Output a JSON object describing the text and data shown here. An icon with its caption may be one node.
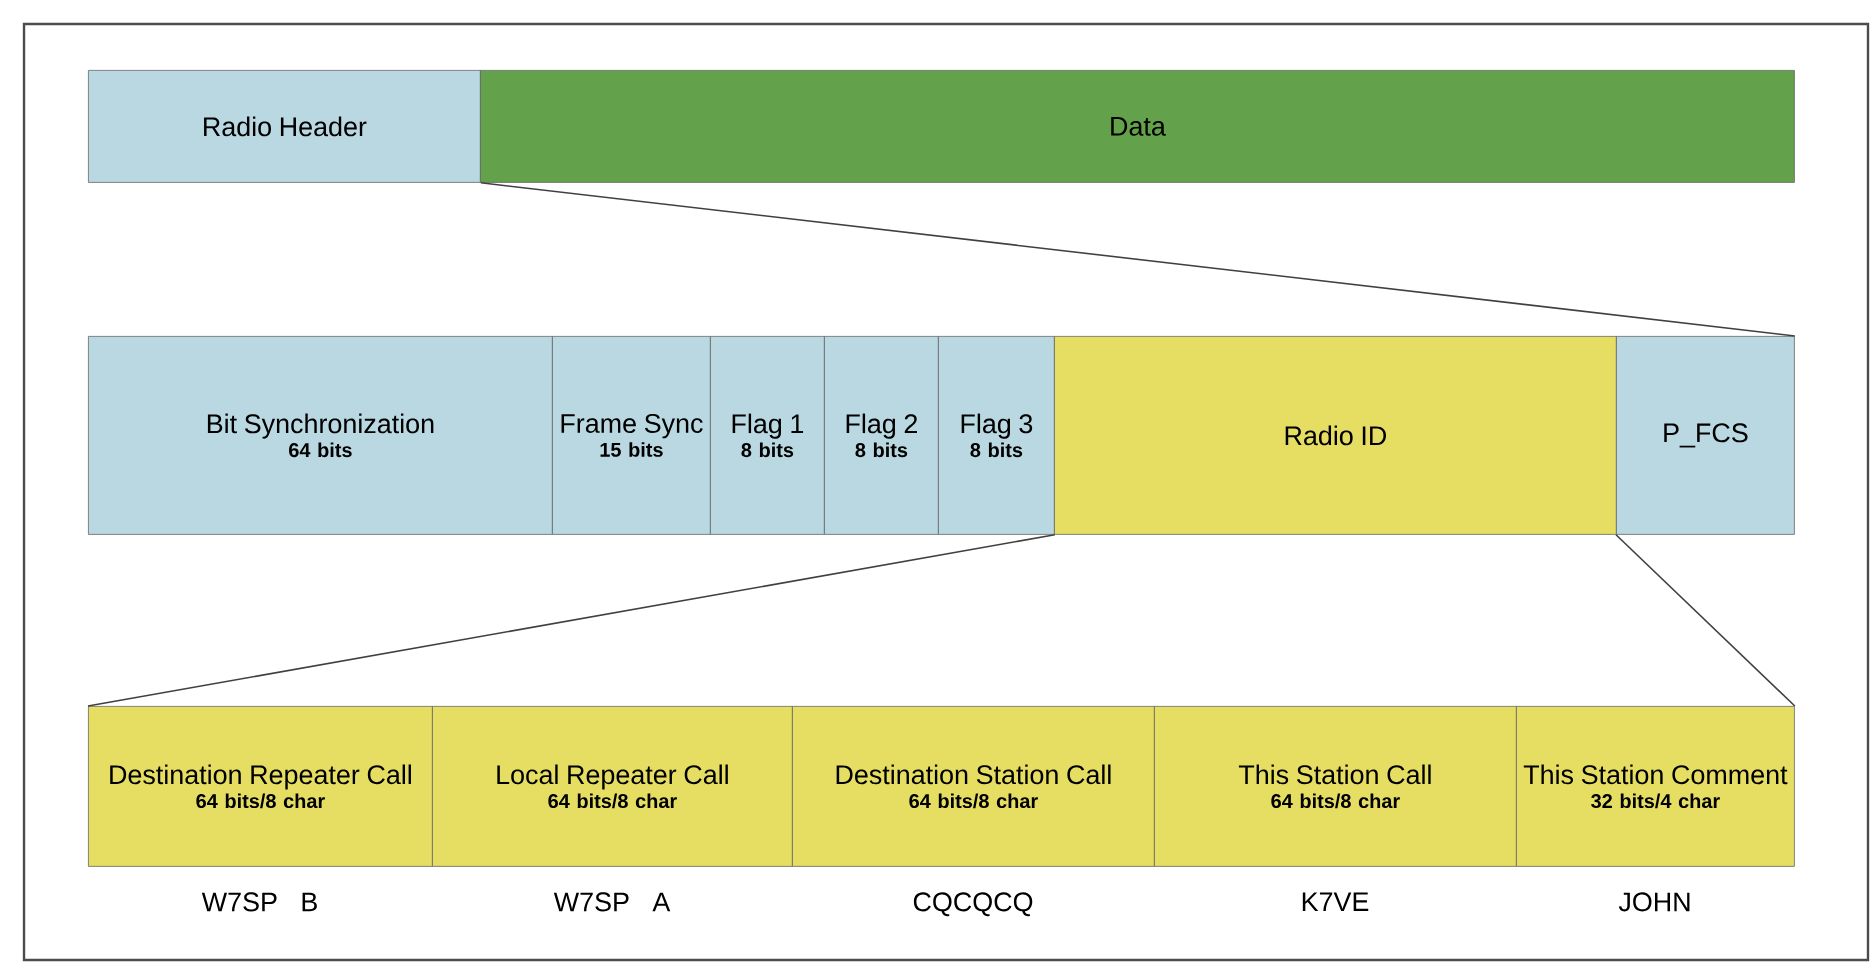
{
  "diagram": {
    "nodes": [
      {
        "text": [
          "Radio Header"
        ]
      },
      {
        "text": [
          "Data"
        ]
      },
      {
        "text": [
          "Bit Synchronization",
          "64 bits"
        ]
      },
      {
        "text": [
          "Frame Sync",
          "15 bits"
        ]
      },
      {
        "text": [
          "Flag 1",
          "8 bits"
        ]
      },
      {
        "text": [
          "Flag 2",
          "8 bits"
        ]
      },
      {
        "text": [
          "Flag 3",
          "8 bits"
        ]
      },
      {
        "text": [
          "Radio ID"
        ]
      },
      {
        "text": [
          "P_FCS"
        ]
      },
      {
        "text": [
          "Destination Repeater Call",
          "64 bits/8 char"
        ],
        "beside": [
          "W7SP   B"
        ]
      },
      {
        "text": [
          "Local Repeater Call",
          "64 bits/8 char"
        ],
        "beside": [
          "W7SP   A"
        ]
      },
      {
        "text": [
          "Destination Station Call",
          "64 bits/8 char"
        ],
        "beside": [
          "CQCQCQ"
        ]
      },
      {
        "text": [
          "This Station Call",
          "64 bits/8 char"
        ],
        "beside": [
          "K7VE"
        ]
      },
      {
        "text": [
          "This Station Comment",
          "32 bits/4 char"
        ],
        "beside": [
          "JOHN"
        ]
      }
    ],
    "edges": [
      {
        "from": 0,
        "to": 8,
        "arrow": "none"
      },
      {
        "from": 6,
        "to": 9,
        "arrow": "none"
      },
      {
        "from": 8,
        "to": 13,
        "arrow": "none"
      }
    ]
  }
}
